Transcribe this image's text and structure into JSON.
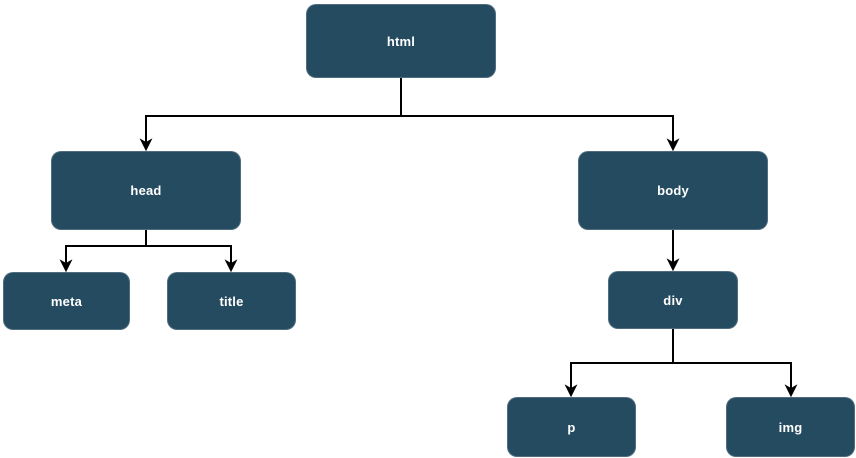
{
  "diagram": {
    "type": "tree",
    "colors": {
      "background": "#ffffff",
      "node_fill": "#254b61",
      "node_border": "#8296a5",
      "label": "#ffffff",
      "connector": "#000000"
    },
    "nodes": [
      {
        "id": "html",
        "label": "html"
      },
      {
        "id": "head",
        "label": "head"
      },
      {
        "id": "body",
        "label": "body"
      },
      {
        "id": "meta",
        "label": "meta"
      },
      {
        "id": "title",
        "label": "title"
      },
      {
        "id": "div",
        "label": "div"
      },
      {
        "id": "p",
        "label": "p"
      },
      {
        "id": "img",
        "label": "img"
      }
    ],
    "edges": [
      {
        "from": "html",
        "to": "head"
      },
      {
        "from": "html",
        "to": "body"
      },
      {
        "from": "head",
        "to": "meta"
      },
      {
        "from": "head",
        "to": "title"
      },
      {
        "from": "body",
        "to": "div"
      },
      {
        "from": "div",
        "to": "p"
      },
      {
        "from": "div",
        "to": "img"
      }
    ]
  }
}
